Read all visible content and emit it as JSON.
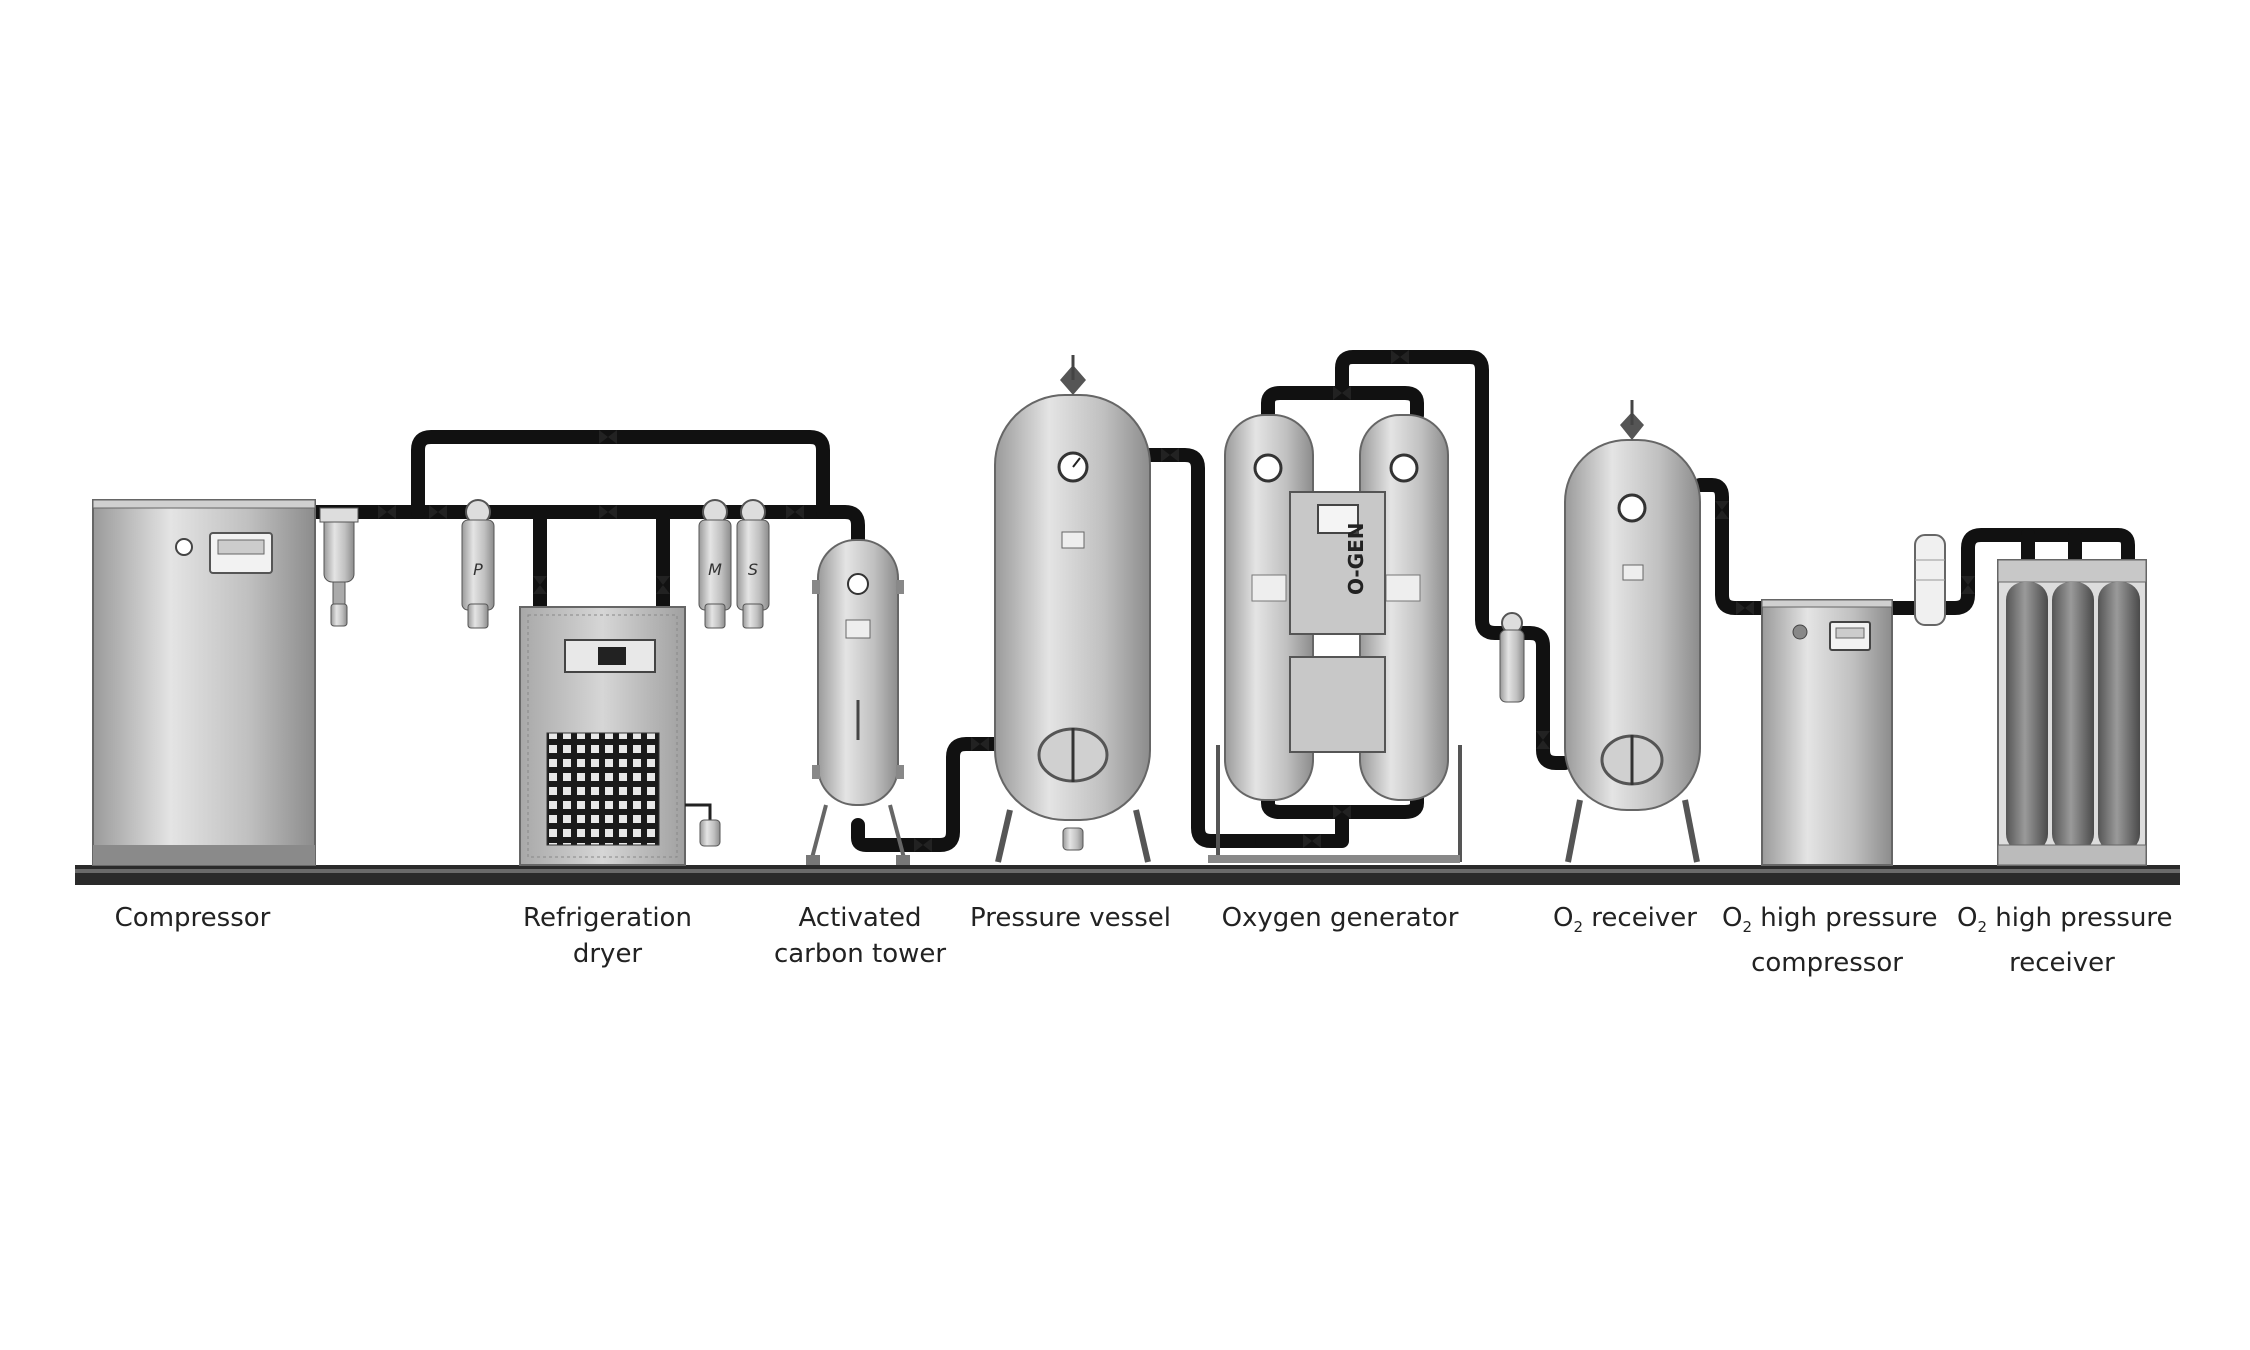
{
  "equipment": {
    "compressor": "Compressor",
    "refrigeration_dryer": [
      "Refrigeration",
      "dryer"
    ],
    "activated_carbon_tower": [
      "Activated",
      "carbon tower"
    ],
    "pressure_vessel": "Pressure vessel",
    "oxygen_generator": "Oxygen generator",
    "o2_receiver": {
      "prefix": "O",
      "sub": "2",
      "rest": " receiver"
    },
    "o2_hp_compressor": {
      "prefix": "O",
      "sub": "2",
      "rest": " high pressure",
      "line2": "compressor"
    },
    "o2_hp_receiver": {
      "prefix": "O",
      "sub": "2",
      "rest": " high pressure",
      "line2": "receiver"
    }
  },
  "generator_brand": "O-GEN",
  "filter_grades": [
    "P",
    "M",
    "S"
  ],
  "colors": {
    "pipe": "#111111",
    "metal_light": "#e2e2e2",
    "metal_mid": "#b5b5b5",
    "metal_dark": "#8a8a8a",
    "base_line": "#2a2a2a"
  }
}
